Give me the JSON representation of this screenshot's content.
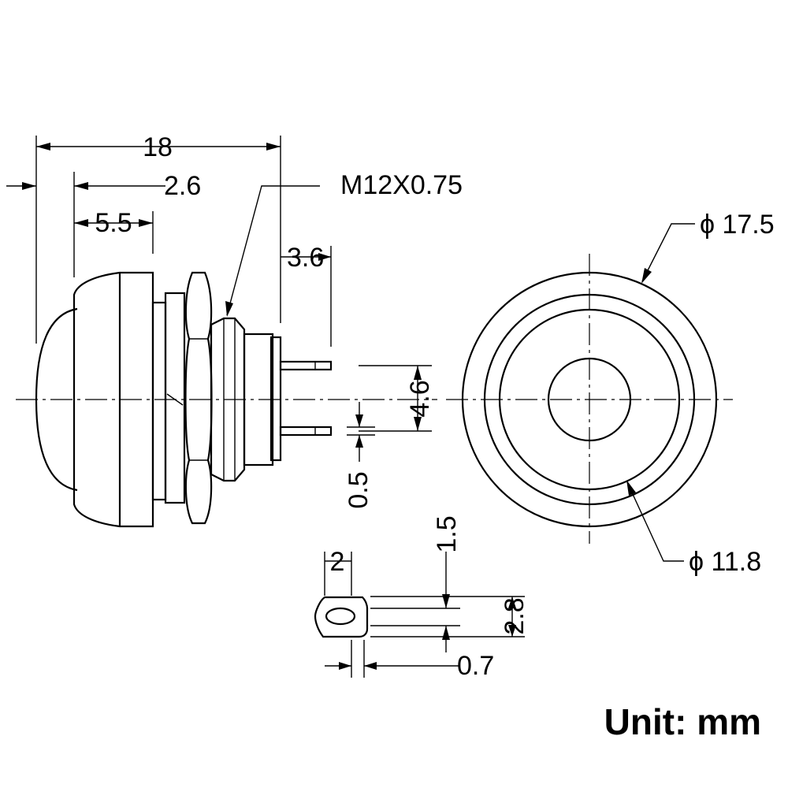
{
  "dimensions": {
    "overall_length": "18",
    "shoulder_length": "2.6",
    "cap_length": "5.5",
    "thread_spec": "M12X0.75",
    "terminal_length": "3.6",
    "terminal_spacing": "4.6",
    "terminal_thickness": "0.5",
    "outer_diameter": "ϕ 17.5",
    "inner_diameter": "ϕ 11.8",
    "tab_width": "2",
    "hole_diameter": "1.5",
    "tab_height": "2.8",
    "tab_thickness": "0.7"
  },
  "unit_note": "Unit: mm"
}
